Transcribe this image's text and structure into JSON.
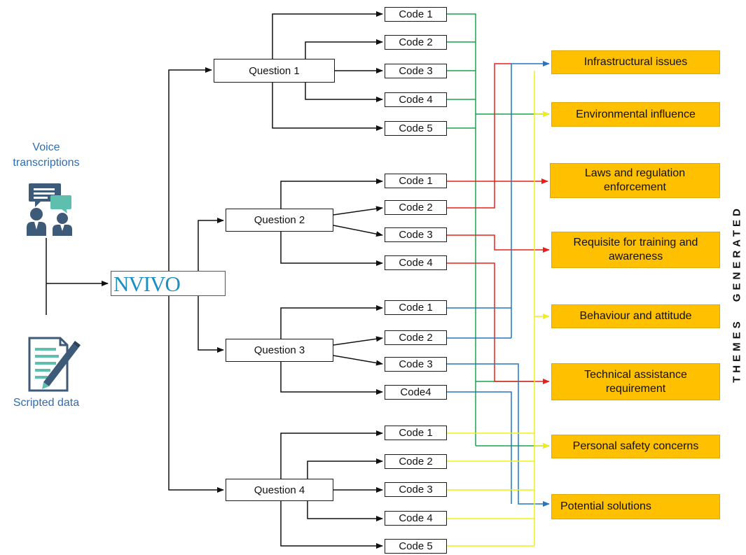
{
  "sources": {
    "voice_label": "Voice\ntranscriptions",
    "script_label": "Scripted data"
  },
  "tool": {
    "name": "NVIVO"
  },
  "questions": [
    {
      "label": "Question 1",
      "codes": [
        "Code 1",
        "Code 2",
        "Code 3",
        "Code 4",
        "Code 5"
      ]
    },
    {
      "label": "Question 2",
      "codes": [
        "Code 1",
        "Code 2",
        "Code 3",
        "Code 4"
      ]
    },
    {
      "label": "Question 3",
      "codes": [
        "Code 1",
        "Code 2",
        "Code 3",
        "Code4"
      ]
    },
    {
      "label": "Question 4",
      "codes": [
        "Code 1",
        "Code 2",
        "Code 3",
        "Code 4",
        "Code 5"
      ]
    }
  ],
  "themes": [
    "Infrastructural issues",
    "Environmental influence",
    "Laws and regulation enforcement",
    "Requisite for training and awareness",
    "Behaviour and attitude",
    "Technical assistance requirement",
    "Personal safety concerns",
    "Potential solutions"
  ],
  "themes_title": "THEMES GENERATED",
  "colors": {
    "green": "#1aa34a",
    "red": "#e8201d",
    "blue": "#2476c0",
    "yellow": "#f2ee1c",
    "theme_fill": "#ffc000",
    "icon_blue": "#3d5a78",
    "icon_teal": "#5fbfae"
  }
}
